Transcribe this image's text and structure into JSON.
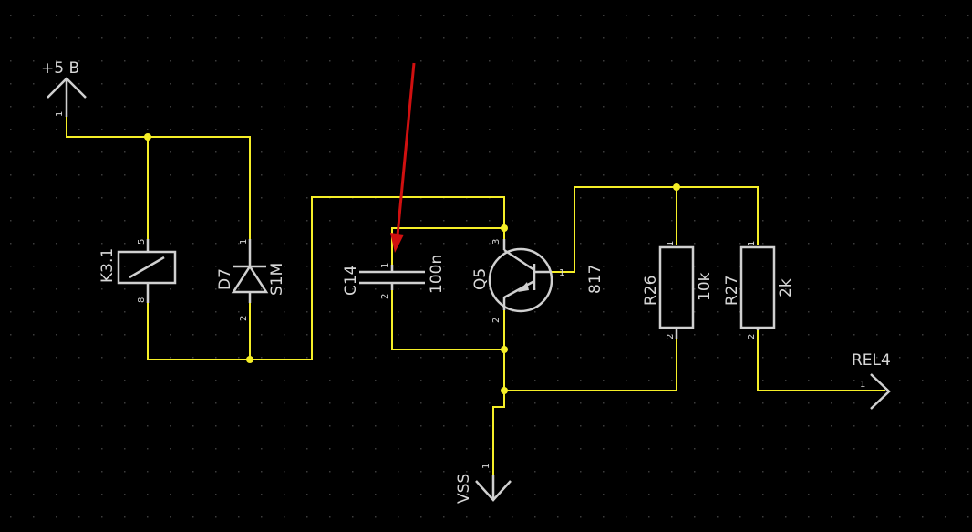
{
  "colors": {
    "background": "#000000",
    "grid_dot": "#3c3c3c",
    "wire": "#f5ee27",
    "component": "#d0d0d0",
    "text": "#d8d8d8",
    "annotation_arrow": "#d01010"
  },
  "power": {
    "vcc": {
      "label": "+5 B",
      "pin": "1",
      "icon": "power-arrow-up-icon"
    },
    "vss": {
      "label": "VSS",
      "pin": "1",
      "icon": "ground-arrow-down-icon"
    },
    "rel4": {
      "label": "REL4",
      "pin": "1",
      "icon": "net-port-arrow-icon"
    }
  },
  "components": {
    "relay": {
      "ref": "K3.1",
      "pin_top": "5",
      "pin_bottom": "8"
    },
    "diode": {
      "ref": "D7",
      "value": "S1M",
      "pin_top": "1",
      "pin_bottom": "2"
    },
    "capacitor": {
      "ref": "C14",
      "value": "100n",
      "pin_top": "1",
      "pin_bottom": "2"
    },
    "transistor": {
      "ref": "Q5",
      "value": "817",
      "pin_collector": "3",
      "pin_base": "1",
      "pin_emitter": "2"
    },
    "r26": {
      "ref": "R26",
      "value": "10k",
      "pin_top": "1",
      "pin_bottom": "2"
    },
    "r27": {
      "ref": "R27",
      "value": "2k",
      "pin_top": "1",
      "pin_bottom": "2"
    }
  }
}
